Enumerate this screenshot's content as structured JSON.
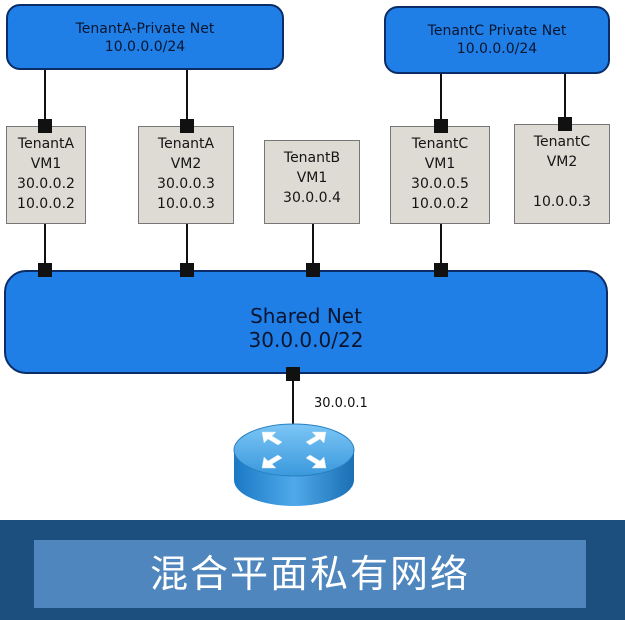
{
  "networks": {
    "tenant_a_private": {
      "name": "TenantA-Private Net",
      "cidr": "10.0.0.0/24"
    },
    "tenant_c_private": {
      "name": "TenantC Private Net",
      "cidr": "10.0.0.0/24"
    },
    "shared": {
      "name": "Shared Net",
      "cidr": "30.0.0.0/22"
    }
  },
  "vms": [
    {
      "lines": [
        "TenantA",
        "VM1",
        "30.0.0.2",
        "10.0.0.2"
      ]
    },
    {
      "lines": [
        "TenantA",
        "VM2",
        "30.0.0.3",
        "10.0.0.3"
      ]
    },
    {
      "lines": [
        "TenantB",
        "VM1",
        "30.0.0.4",
        ""
      ]
    },
    {
      "lines": [
        "TenantC",
        "VM1",
        "30.0.0.5",
        "10.0.0.2"
      ]
    },
    {
      "lines": [
        "TenantC",
        "VM2",
        "",
        "10.0.0.3"
      ]
    }
  ],
  "router": {
    "ip": "30.0.0.1",
    "icon": "router-icon"
  },
  "banner": {
    "title": "混合平面私有网络"
  },
  "colors": {
    "network_fill": "#1f7fe6",
    "network_border": "#0b2c66",
    "vm_fill": "#dddbd3",
    "banner_bg": "#1c4f7d",
    "banner_box": "#4f86bd"
  }
}
